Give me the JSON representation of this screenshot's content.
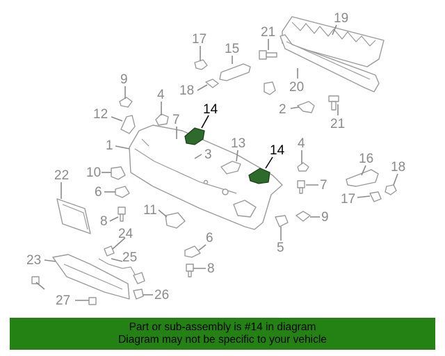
{
  "labels": {
    "n1": "1",
    "n2": "2",
    "n3": "3",
    "n4a": "4",
    "n4b": "4",
    "n5": "5",
    "n6a": "6",
    "n6b": "6",
    "n7a": "7",
    "n7b": "7",
    "n8a": "8",
    "n8b": "8",
    "n9a": "9",
    "n9b": "9",
    "n10": "10",
    "n11": "11",
    "n12": "12",
    "n13": "13",
    "n14a": "14",
    "n14b": "14",
    "n15": "15",
    "n16": "16",
    "n17a": "17",
    "n17b": "17",
    "n18a": "18",
    "n18b": "18",
    "n19": "19",
    "n20": "20",
    "n21a": "21",
    "n21b": "21",
    "n22": "22",
    "n23": "23",
    "n24": "24",
    "n25": "25",
    "n26": "26",
    "n27": "27"
  },
  "highlight_color": "#248214",
  "footer": {
    "line1": "Part or sub-assembly is #14 in diagram",
    "line2": "Diagram may not be specific to your vehicle"
  }
}
